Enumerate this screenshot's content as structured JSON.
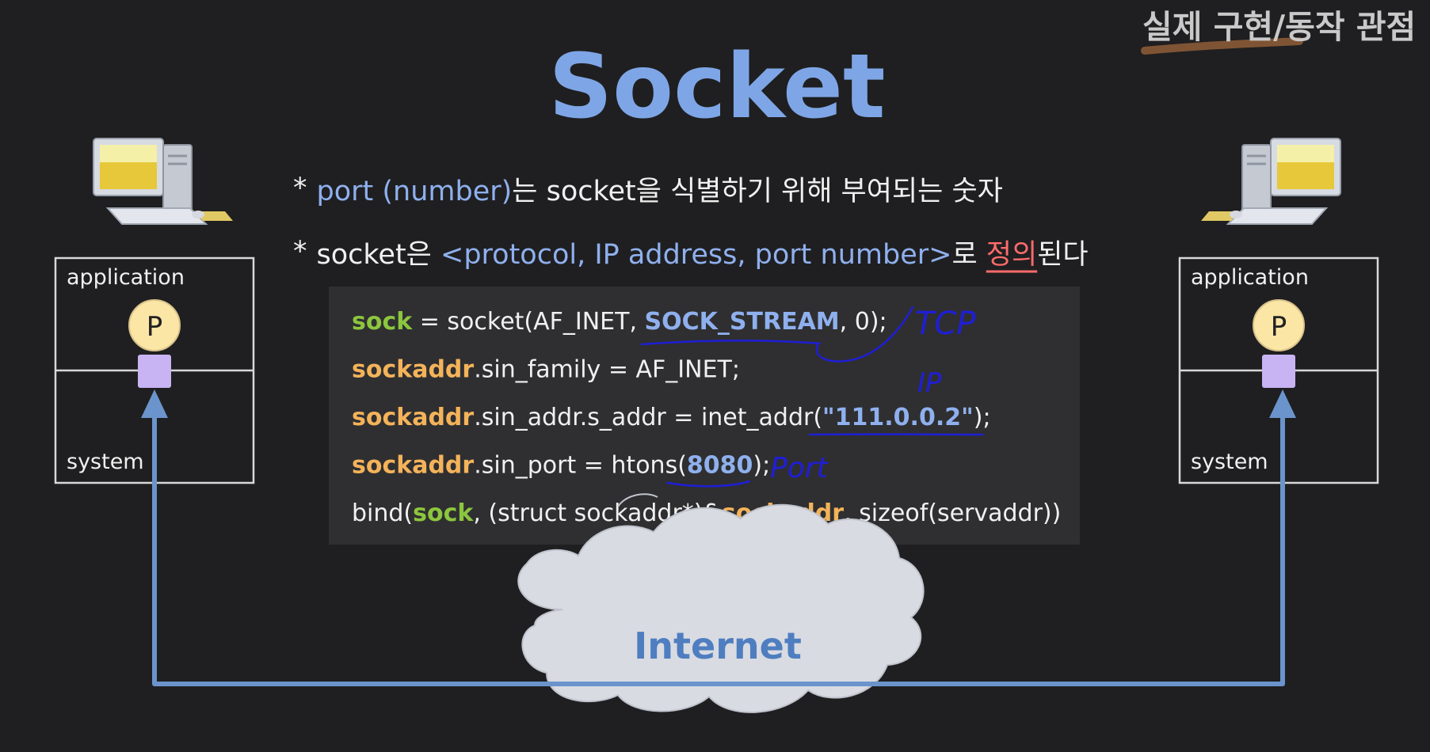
{
  "corner_label": "실제 구현/동작 관점",
  "title": "Socket",
  "bullets": [
    {
      "star": "*",
      "parts": [
        {
          "t": "port (number)",
          "c": "blue"
        },
        {
          "t": "는 socket을 식별하기 위해 부여되는 숫자",
          "c": "white"
        }
      ]
    },
    {
      "star": "*",
      "parts": [
        {
          "t": "socket",
          "c": "white"
        },
        {
          "t": "은 ",
          "c": "white"
        },
        {
          "t": "<protocol, IP address, port number>",
          "c": "blue"
        },
        {
          "t": "로 ",
          "c": "white"
        },
        {
          "t": "정의",
          "c": "red"
        },
        {
          "t": "된다",
          "c": "white"
        }
      ]
    }
  ],
  "code_lines": [
    [
      {
        "t": "sock",
        "c": "green"
      },
      {
        "t": " = socket(AF_INET, ",
        "c": "white"
      },
      {
        "t": "SOCK_STREAM",
        "c": "blue"
      },
      {
        "t": ", 0);",
        "c": "white"
      }
    ],
    [
      {
        "t": "sockaddr",
        "c": "orange"
      },
      {
        "t": ".sin_family = AF_INET;",
        "c": "white"
      }
    ],
    [
      {
        "t": "sockaddr",
        "c": "orange"
      },
      {
        "t": ".sin_addr.s_addr = inet_addr(",
        "c": "white"
      },
      {
        "t": "\"111.0.0.2\"",
        "c": "blue"
      },
      {
        "t": ");",
        "c": "white"
      }
    ],
    [
      {
        "t": "sockaddr",
        "c": "orange"
      },
      {
        "t": ".sin_port = htons(",
        "c": "white"
      },
      {
        "t": "8080",
        "c": "blue"
      },
      {
        "t": ");",
        "c": "white"
      }
    ],
    [
      {
        "t": "bind(",
        "c": "white"
      },
      {
        "t": "sock",
        "c": "green"
      },
      {
        "t": ", (struct sockaddr*)&",
        "c": "white"
      },
      {
        "t": "sockaddr",
        "c": "orange"
      },
      {
        "t": ", sizeof(servaddr))",
        "c": "white"
      }
    ]
  ],
  "annotations": {
    "tcp": "TCP",
    "ip": "IP",
    "port": "Port"
  },
  "left_host": {
    "top_label": "application",
    "bottom_label": "system",
    "process": "P"
  },
  "right_host": {
    "top_label": "application",
    "bottom_label": "system",
    "process": "P"
  },
  "cloud_label": "Internet",
  "colors": {
    "background": "#1f1f21",
    "title": "#7ea6e6",
    "blue": "#8fb0ee",
    "white": "#f0f0f0",
    "red": "#ff6b6b",
    "green": "#8cc63e",
    "orange": "#f4b35a",
    "code_bg": "#2f2f31",
    "pen": "#1f1ed6",
    "link": "#6b94cc",
    "process": "#fbe6a6",
    "port_box": "#c8b4f2",
    "cloud": "#d9dbe2",
    "cloud_text": "#4f7ec0",
    "corner_underline": "#8a5a36"
  },
  "icons": [
    "computer-icon",
    "cloud-icon",
    "arrow-up-icon"
  ]
}
